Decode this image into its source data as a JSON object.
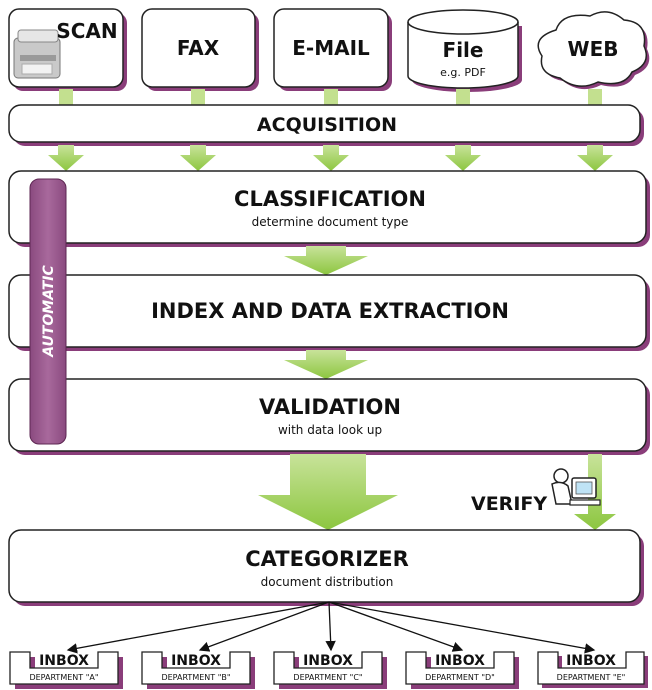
{
  "sources": {
    "scan": "SCAN",
    "fax": "FAX",
    "email": "E-MAIL",
    "file": "File",
    "file_sub": "e.g. PDF",
    "web": "WEB"
  },
  "stages": {
    "acquisition": "ACQUISITION",
    "classification": "CLASSIFICATION",
    "classification_sub": "determine document type",
    "extraction": "INDEX AND DATA EXTRACTION",
    "validation": "VALIDATION",
    "validation_sub": "with data look up",
    "categorizer": "CATEGORIZER",
    "categorizer_sub": "document distribution"
  },
  "automatic_label": "AUTOMATIC",
  "verify_label": "VERIFY",
  "inboxes": [
    {
      "label": "INBOX",
      "department": "DEPARTMENT \"A\""
    },
    {
      "label": "INBOX",
      "department": "DEPARTMENT \"B\""
    },
    {
      "label": "INBOX",
      "department": "DEPARTMENT \"C\""
    },
    {
      "label": "INBOX",
      "department": "DEPARTMENT \"D\""
    },
    {
      "label": "INBOX",
      "department": "DEPARTMENT \"E\""
    }
  ],
  "colors": {
    "arrow_green": "#8cc63f",
    "arrow_green_light": "#c3e08f",
    "shadow": "#8a3d7a",
    "automatic_bar": "#9c5b8f",
    "box_border": "#222222"
  }
}
